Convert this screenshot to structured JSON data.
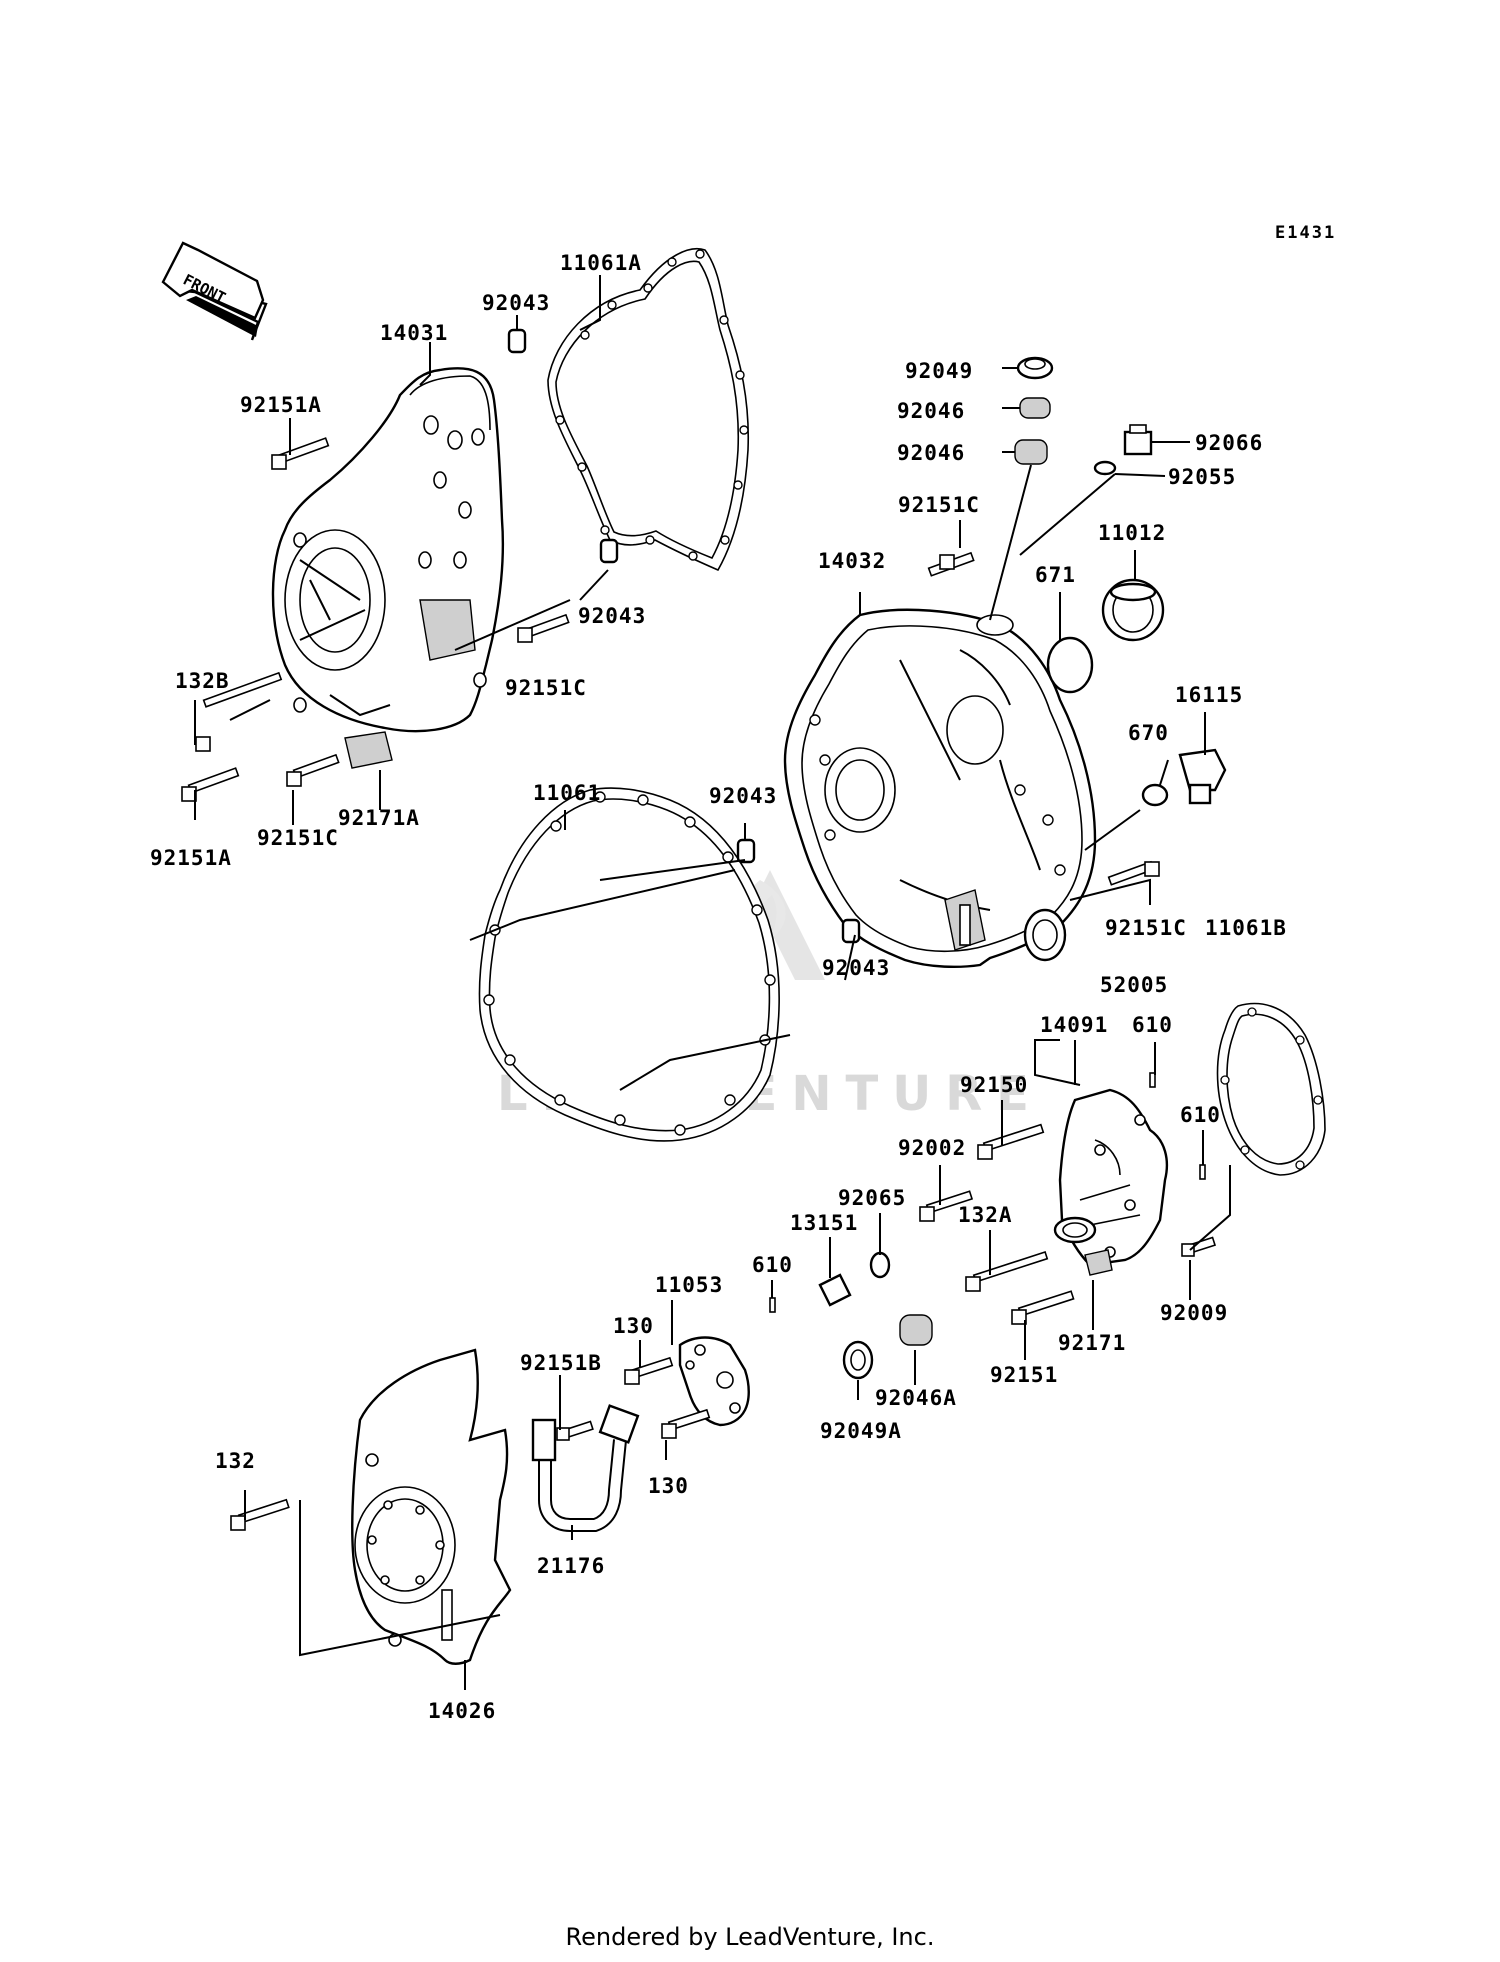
{
  "diagram": {
    "code": "E1431",
    "direction_label": "FRONT",
    "watermark": "LEADVENTURE",
    "footer": "Rendered by LeadVenture, Inc.",
    "part_labels": [
      "11061A",
      "92043",
      "14031",
      "92151A",
      "92049",
      "92046",
      "92046",
      "92066",
      "92055",
      "92151C",
      "14032",
      "11012",
      "671",
      "92043",
      "92151C",
      "132B",
      "16115",
      "670",
      "11061",
      "92043",
      "92151A",
      "92151C",
      "92171A",
      "92151C",
      "11061B",
      "92043",
      "52005",
      "14091",
      "610",
      "92150",
      "610",
      "92002",
      "92065",
      "132A",
      "13151",
      "610",
      "11053",
      "130",
      "92009",
      "92171",
      "92151B",
      "92046A",
      "92151",
      "92049A",
      "130",
      "132",
      "21176",
      "14026"
    ]
  }
}
